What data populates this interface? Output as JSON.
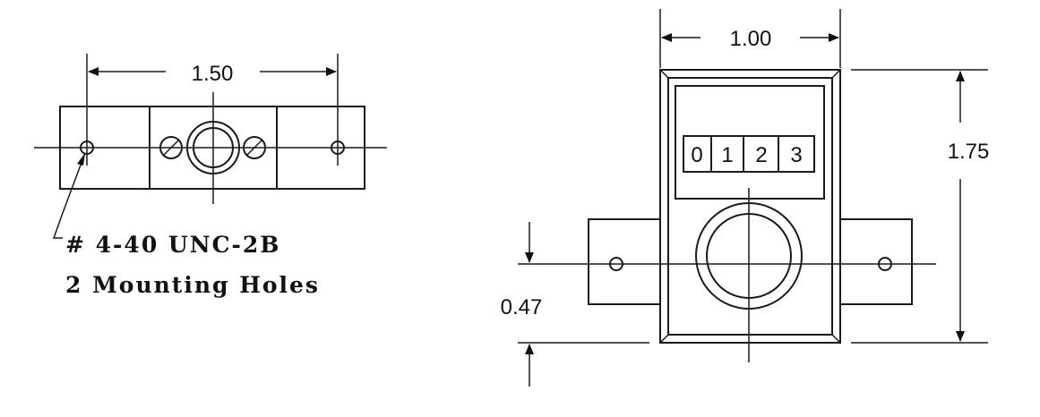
{
  "left_view": {
    "width_dim": "1.50",
    "note_line1": "# 4-40 UNC-2B",
    "note_line2": "2 Mounting Holes"
  },
  "right_view": {
    "width_dim": "1.00",
    "height_dim": "1.75",
    "offset_dim": "0.47",
    "counter_digits": [
      "0",
      "1",
      "2",
      "3"
    ]
  }
}
